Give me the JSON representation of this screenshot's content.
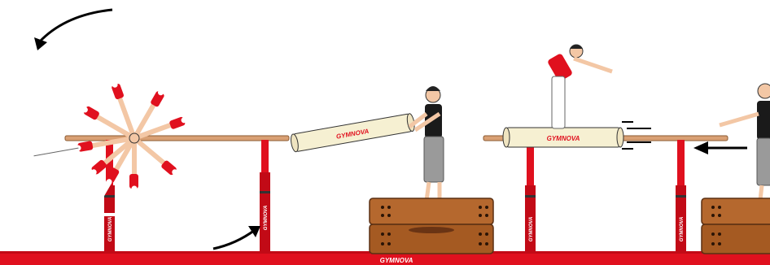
{
  "scene": {
    "floor_brand": "GYMNOVA",
    "bar_pad_left_brand": "GYMNOVA",
    "bar_pad_right_brand": "GYMNOVA",
    "post_brand": "GYMNOVA"
  },
  "colors": {
    "red": "#e0101e",
    "wood": "#d9a074",
    "pad": "#f6f0d2",
    "box": "#b5682e",
    "skin": "#f3c7a5",
    "shorts": "#9a9a9a"
  },
  "icons": {
    "rotation_arrow": "curved-arrow-icon",
    "slide_arrow": "left-arrow-icon"
  }
}
